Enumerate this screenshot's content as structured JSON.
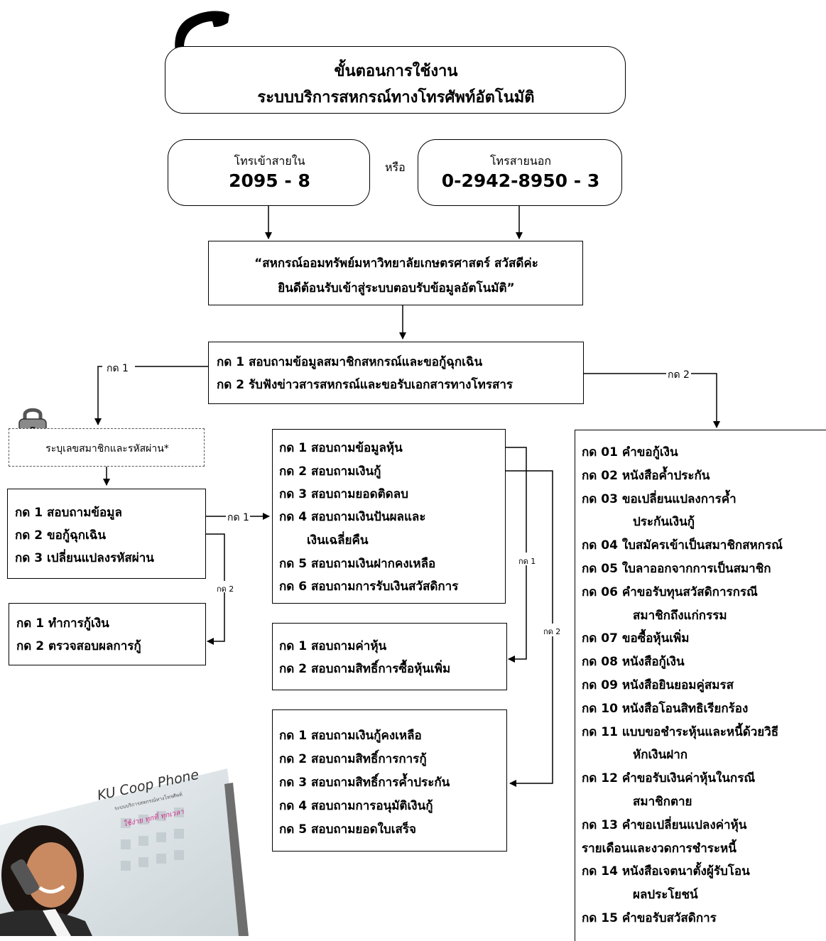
{
  "title": {
    "line1": "ขั้นตอนการใช้งาน",
    "line2": "ระบบบริการสหกรณ์ทางโทรศัพท์อัตโนมัติ"
  },
  "icons": {
    "phone": "telephone-handset-icon",
    "lock": "padlock-icon"
  },
  "internal_call": {
    "label": "โทรเข้าสายใน",
    "number": "2095 - 8"
  },
  "or_text": "หรือ",
  "external_call": {
    "label": "โทรสายนอก",
    "number": "0-2942-8950 - 3"
  },
  "greeting": {
    "line1": "“สหกรณ์ออมทรัพย์มหาวิทยาลัยเกษตรศาสตร์ สวัสดีค่ะ",
    "line2": "ยินดีต้อนรับเข้าสู่ระบบตอบรับข้อมูลอัตโนมัติ”"
  },
  "main_menu": [
    "กด 1 สอบถามข้อมูลสมาชิกสหกรณ์และขอกู้ฉุกเฉิน",
    "กด 2 รับฟังข่าวสารสหกรณ์และขอรับเอกสารทางโทรสาร"
  ],
  "edge_labels": {
    "press1_left": "กด 1",
    "press2_right": "กด 2",
    "press1_mid": "กด 1",
    "press2_left": "กด 2",
    "press1_shares": "กด 1",
    "press2_loans": "กด 2"
  },
  "login_prompt": "ระบุเลขสมาชิกและรหัสผ่าน*",
  "member_menu": [
    "กด 1 สอบถามข้อมูล",
    "กด 2 ขอกู้ฉุกเฉิน",
    "กด 3 เปลี่ยนแปลงรหัสผ่าน"
  ],
  "emergency_loan_menu": [
    "กด 1 ทำการกู้เงิน",
    "กด 2 ตรวจสอบผลการกู้"
  ],
  "info_menu": [
    "กด 1 สอบถามข้อมูลหุ้น",
    "กด 2 สอบถามเงินกู้",
    "กด 3 สอบถามยอดติดลบ",
    "กด 4 สอบถามเงินปันผลและ",
    "เงินเฉลี่ยคืน",
    "กด 5 สอบถามเงินฝากคงเหลือ",
    "กด 6 สอบถามการรับเงินสวัสดิการ"
  ],
  "shares_menu": [
    "กด 1 สอบถามค่าหุ้น",
    "กด 2 สอบถามสิทธิ์การซื้อหุ้นเพิ่ม"
  ],
  "loans_menu": [
    "กด 1 สอบถามเงินกู้คงเหลือ",
    "กด 2 สอบถามสิทธิ์การการกู้",
    "กด 3 สอบถามสิทธิ์การค้ำประกัน",
    "กด 4 สอบถามการอนุมัติเงินกู้",
    "กด 5 สอบถามยอดใบเสร็จ"
  ],
  "fax_menu": [
    "กด 01 คำขอกู้เงิน",
    "กด 02 หนังสือค้ำประกัน",
    "กด 03 ขอเปลี่ยนแปลงการค้ำ",
    "ประกันเงินกู้",
    "กด 04 ใบสมัครเข้าเป็นสมาชิกสหกรณ์",
    "กด 05 ใบลาออกจากการเป็นสมาชิก",
    "กด 06 คำขอรับทุนสวัสดิการกรณี",
    "สมาชิกถึงแก่กรรม",
    "กด 07 ขอซื้อหุ้นเพิ่ม",
    "กด 08 หนังสือกู้เงิน",
    "กด 09 หนังสือยินยอมคู่สมรส",
    "กด 10 หนังสือโอนสิทธิเรียกร้อง",
    "กด 11 แบบขอชำระหุ้นและหนี้ด้วยวิธี",
    "หักเงินฝาก",
    "กด 12 คำขอรับเงินค่าหุ้นในกรณี",
    "สมาชิกตาย",
    "กด 13 คำขอเปลี่ยนแปลงค่าหุ้น",
    "รายเดือนและงวดการชำระหนี้",
    "กด 14 หนังสือเจตนาตั้งผู้รับโอน",
    "ผลประโยชน์",
    "กด 15 คำขอรับสวัสดิการ"
  ],
  "promo": {
    "brand": "KU Coop Phone",
    "subtitle": "ระบบบริการสหกรณ์ทางโทรศัพท์",
    "slogan": "ใช้ง่าย ทุกที่ ทุกเวลา"
  }
}
